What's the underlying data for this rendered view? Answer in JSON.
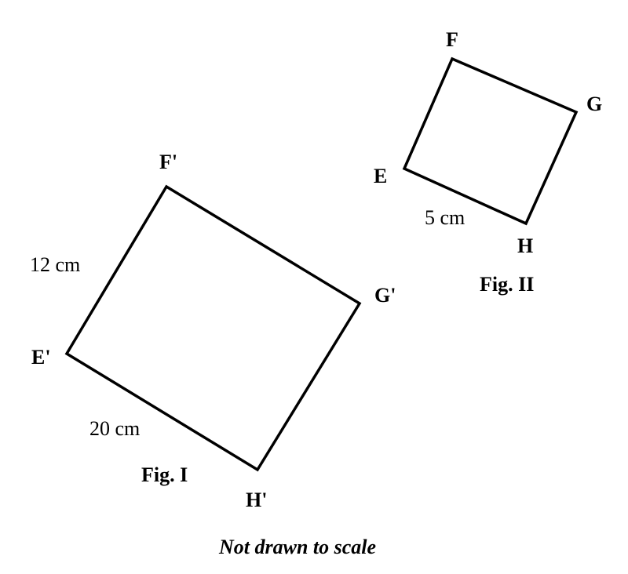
{
  "fig1": {
    "vertices": {
      "e": "E'",
      "f": "F'",
      "g": "G'",
      "h": "H'"
    },
    "side_ef": "12 cm",
    "side_eh": "20 cm",
    "caption": "Fig. I"
  },
  "fig2": {
    "vertices": {
      "e": "E",
      "f": "F",
      "g": "G",
      "h": "H"
    },
    "side_eh": "5 cm",
    "caption": "Fig. II"
  },
  "note": "Not drawn to scale"
}
